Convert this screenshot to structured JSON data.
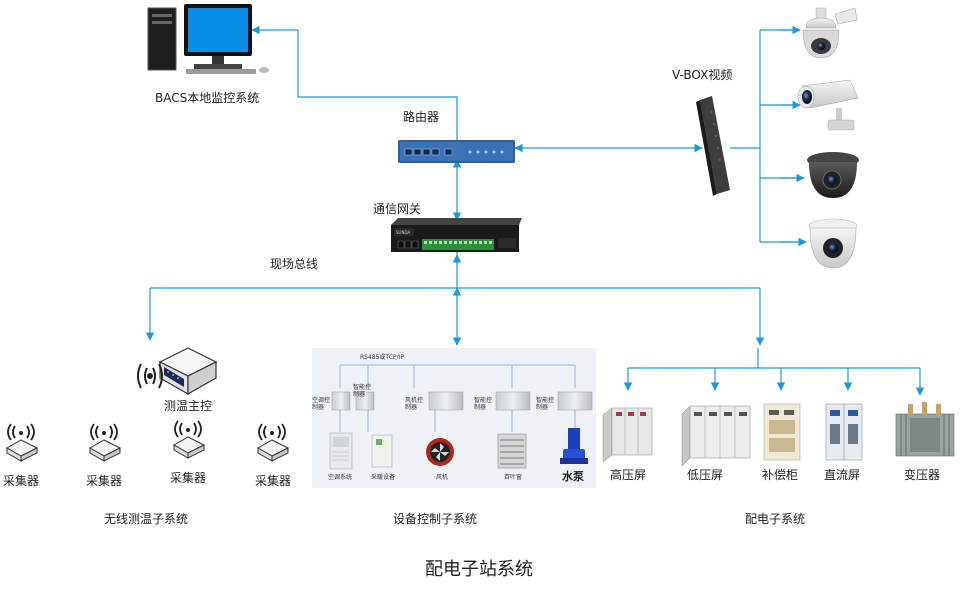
{
  "diagram": {
    "title": "配电子站系统",
    "nodes": {
      "bacs": "BACS本地监控系统",
      "router": "路由器",
      "gateway": "通信网关",
      "vbox": "V-BOX视频",
      "fieldbus": "现场总线"
    },
    "wireless": {
      "master": "测温主控",
      "collector_label": "采集器",
      "collectors": [
        "采集器",
        "采集器",
        "采集器",
        "采集器"
      ],
      "caption": "无线测温子系统"
    },
    "equipment": {
      "bus_label": "RS485或TCP/IP",
      "controllers": [
        "空调控制器",
        "智能控制器",
        "风机控制器",
        "智能控制器",
        "智能控制器"
      ],
      "devices": [
        "空调系统",
        "采暖设备",
        "风机",
        "百叶窗",
        "水泵"
      ],
      "caption": "设备控制子系统"
    },
    "power": {
      "items": [
        "高压屏",
        "低压屏",
        "补偿柜",
        "直流屏",
        "变压器"
      ],
      "caption": "配电子系统"
    },
    "colors": {
      "link": "#1a9ad6",
      "panel_bg": "#eef2f7",
      "device_dark": "#2f3b4a",
      "router_blue": "#2c5f9e"
    },
    "icons": [
      "computer-icon",
      "router-icon",
      "gateway-icon",
      "video-box-icon",
      "speed-dome-camera-icon",
      "bullet-camera-icon",
      "dome-camera-icon",
      "wireless-icon",
      "cabinet-icon",
      "transformer-icon"
    ]
  }
}
